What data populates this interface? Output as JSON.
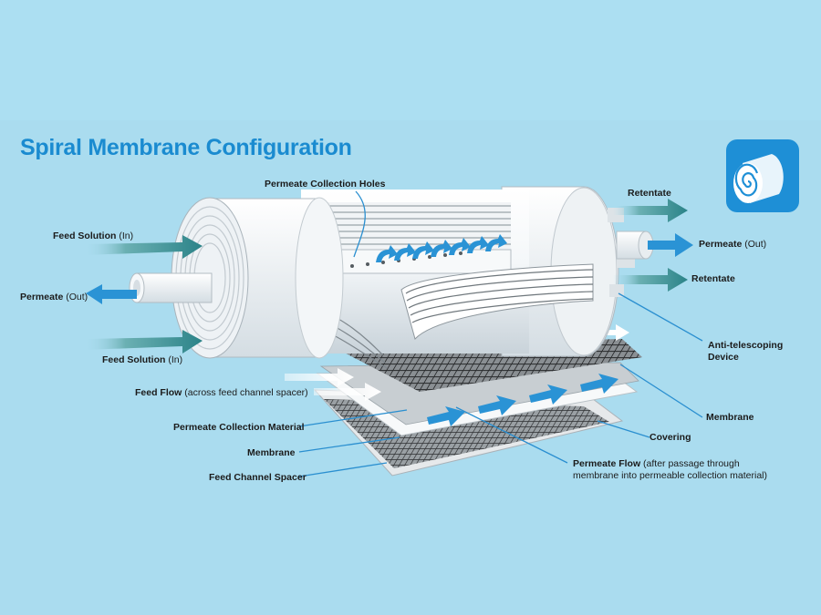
{
  "title": "Spiral Membrane Configuration",
  "labels": {
    "permeate_holes": "Permeate Collection Holes",
    "feed_in_top": {
      "main": "Feed Solution",
      "sub": " (In)"
    },
    "permeate_out_left": {
      "main": "Permeate",
      "sub": " (Out)"
    },
    "feed_in_bottom": {
      "main": "Feed Solution",
      "sub": " (In)"
    },
    "retentate_top": "Retentate",
    "permeate_out_right": {
      "main": "Permeate",
      "sub": " (Out)"
    },
    "retentate_bottom": "Retentate",
    "atd_line1": "Anti-telescoping",
    "atd_line2": "Device",
    "feed_flow": {
      "main": "Feed Flow",
      "sub": " (across feed channel spacer)"
    },
    "membrane_right": "Membrane",
    "covering": "Covering",
    "permeate_collection_material": "Permeate Collection Material",
    "membrane_left": "Membrane",
    "feed_channel_spacer": "Feed Channel Spacer",
    "permeate_flow": {
      "main": "Permeate Flow",
      "sub": " (after passage through",
      "line2": "membrane into permeable collection material)"
    }
  },
  "colors": {
    "background": "#aadcef",
    "title": "#1a8bd0",
    "flow_arrow": "#2a93d5",
    "teal_arrow": "#2b8388",
    "icon_bg": "#1e8fd6"
  },
  "icon": "membrane-roll-icon"
}
